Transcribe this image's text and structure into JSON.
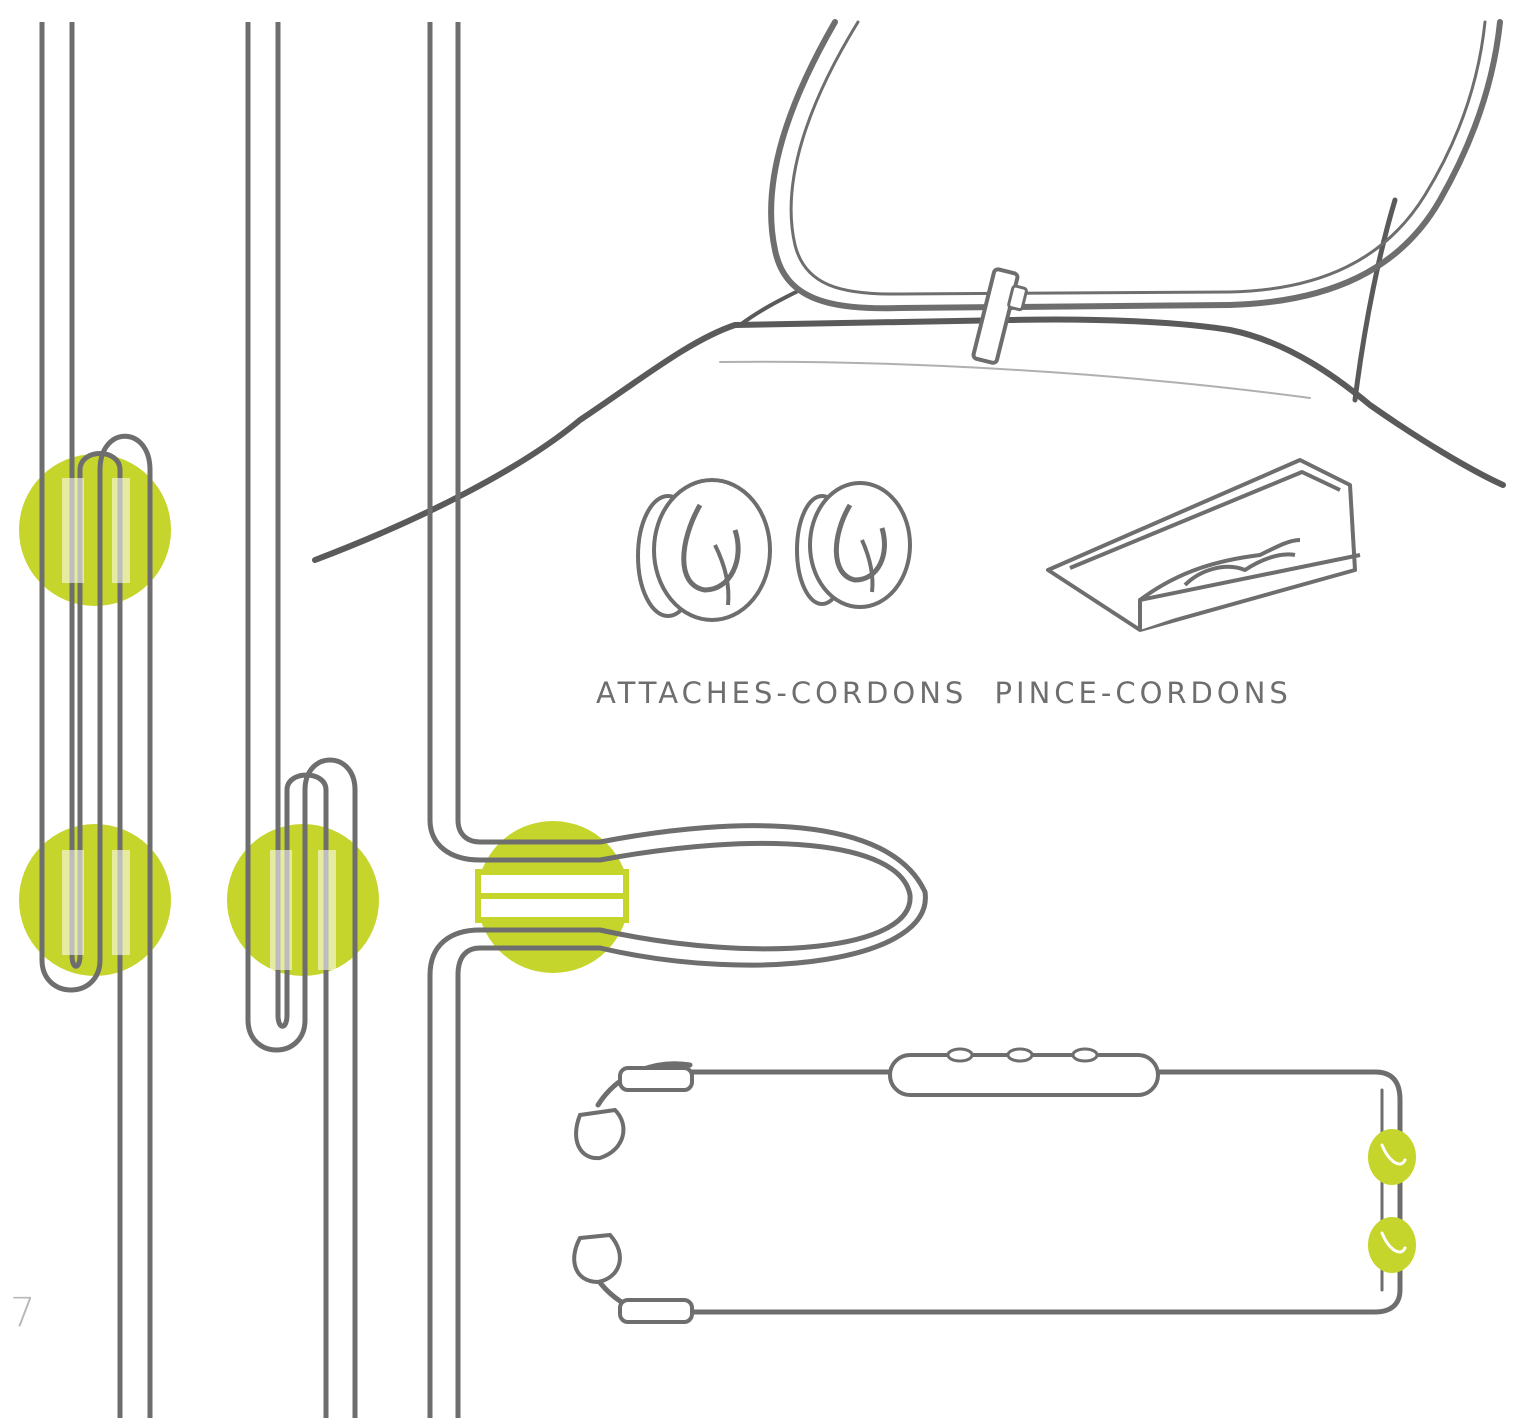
{
  "colors": {
    "accent": "#c5d52b",
    "line": "#6e6e6e",
    "dark_line": "#5a5a5a"
  },
  "captions": {
    "cord_ties": "ATTACHES-CORDONS",
    "cord_clips": "PINCE-CORDONS"
  },
  "page_number": "7",
  "icons": {
    "cord_tie": "jaybird-logo-cord-tie-icon",
    "cord_clip": "shirt-clip-icon",
    "earbuds": "wireless-earbuds-icon"
  }
}
